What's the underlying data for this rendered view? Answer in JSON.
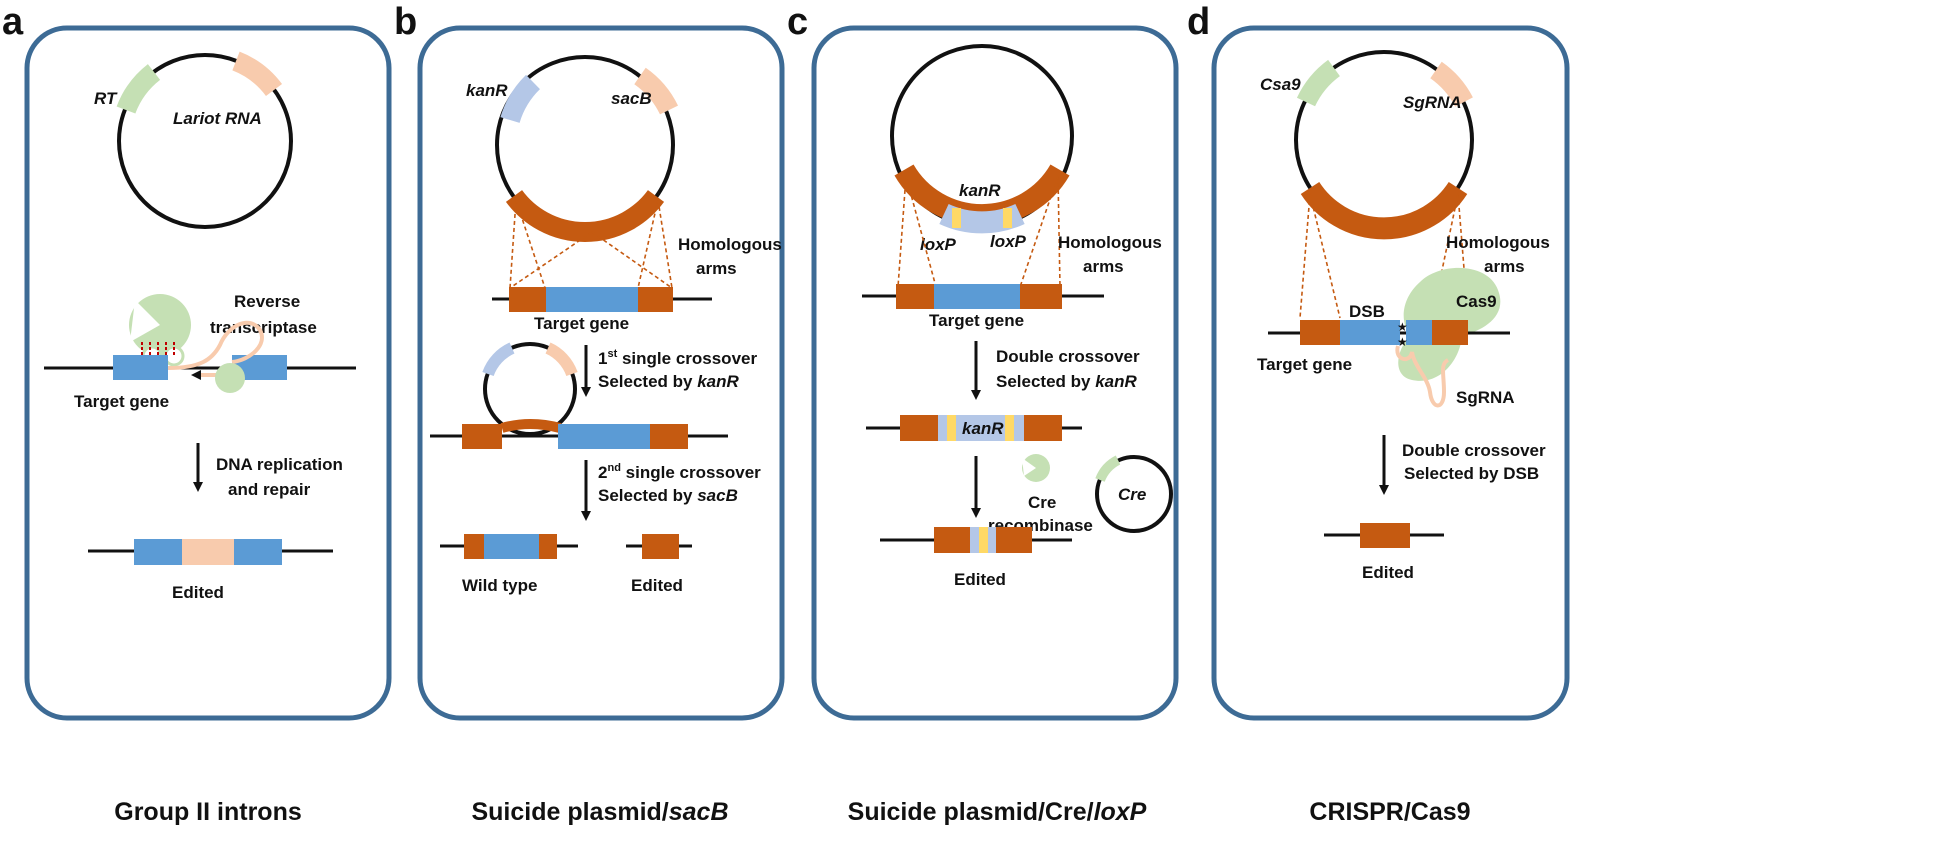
{
  "colors": {
    "frame": "#3d6b95",
    "blue": "#5b9bd5",
    "brown": "#c55a11",
    "peach": "#f8cbad",
    "green": "#c5e0b4",
    "lightblue": "#b4c7e7",
    "yellow": "#ffd966"
  },
  "panels": {
    "a": {
      "letter": "a",
      "caption": "Group II introns",
      "rt": "RT",
      "lariot": "Lariot RNA",
      "reverse": "Reverse",
      "transcriptase": "transcriptase",
      "target_gene": "Target gene",
      "step1": "DNA  replication",
      "step2": "and repair",
      "edited": "Edited"
    },
    "b": {
      "letter": "b",
      "caption_main": "Suicide plasmid/",
      "caption_ital": "sacB",
      "kanR": "kanR",
      "sacB": "sacB",
      "homologous": "Homologous",
      "arms": "arms",
      "target_gene": "Target gene",
      "first_num": "1",
      "first_sup": "st",
      "first_rest": " single crossover",
      "first_sel": "Selected by ",
      "first_sel_ital": "kanR",
      "second_num": "2",
      "second_sup": "nd",
      "second_rest": " single crossover",
      "second_sel": "Selected by ",
      "second_sel_ital": "sacB",
      "wild_type": "Wild type",
      "edited": "Edited"
    },
    "c": {
      "letter": "c",
      "caption_main": "Suicide plasmid/Cre/",
      "caption_ital": "loxP",
      "kanR": "kanR",
      "loxP_left": "loxP",
      "loxP_right": "loxP",
      "homologous": "Homologous",
      "arms": "arms",
      "target_gene": "Target gene",
      "double": "Double crossover",
      "sel": "Selected by ",
      "sel_ital": "kanR",
      "kanR_box": "kanR",
      "cre_label": "Cre",
      "recombinase": "recombinase",
      "cre_plasmid": "Cre",
      "edited": "Edited"
    },
    "d": {
      "letter": "d",
      "caption": "CRISPR/Cas9",
      "csa9": "Csa9",
      "sgrna_plasmid": "SgRNA",
      "homologous": "Homologous",
      "arms": "arms",
      "dsb": "DSB",
      "cas9": "Cas9",
      "target_gene": "Target gene",
      "sgrna": "SgRNA",
      "double": "Double crossover",
      "sel": "Selected by DSB",
      "edited": "Edited"
    }
  }
}
